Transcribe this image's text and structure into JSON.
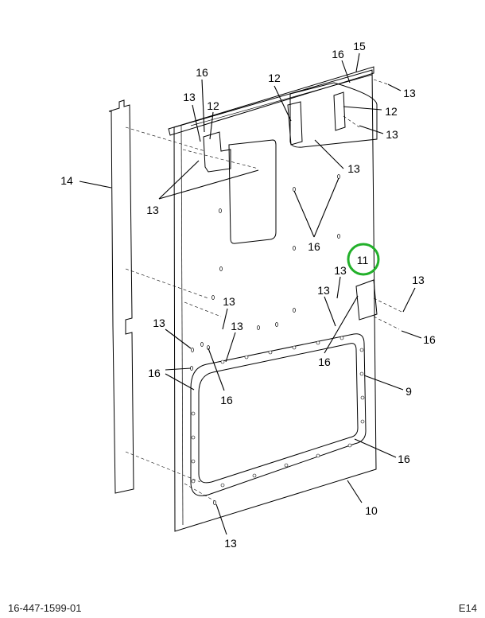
{
  "callouts": [
    "15",
    "16",
    "16",
    "13",
    "12",
    "13",
    "12",
    "12",
    "13",
    "13",
    "14",
    "13",
    "16",
    "11",
    "13",
    "13",
    "13",
    "13",
    "13",
    "13",
    "16",
    "16",
    "16",
    "9",
    "16",
    "16",
    "10",
    "13"
  ],
  "highlight_color": "#22b02a",
  "footer": {
    "part_number": "16-447-1599-01",
    "page_code": "E14"
  }
}
